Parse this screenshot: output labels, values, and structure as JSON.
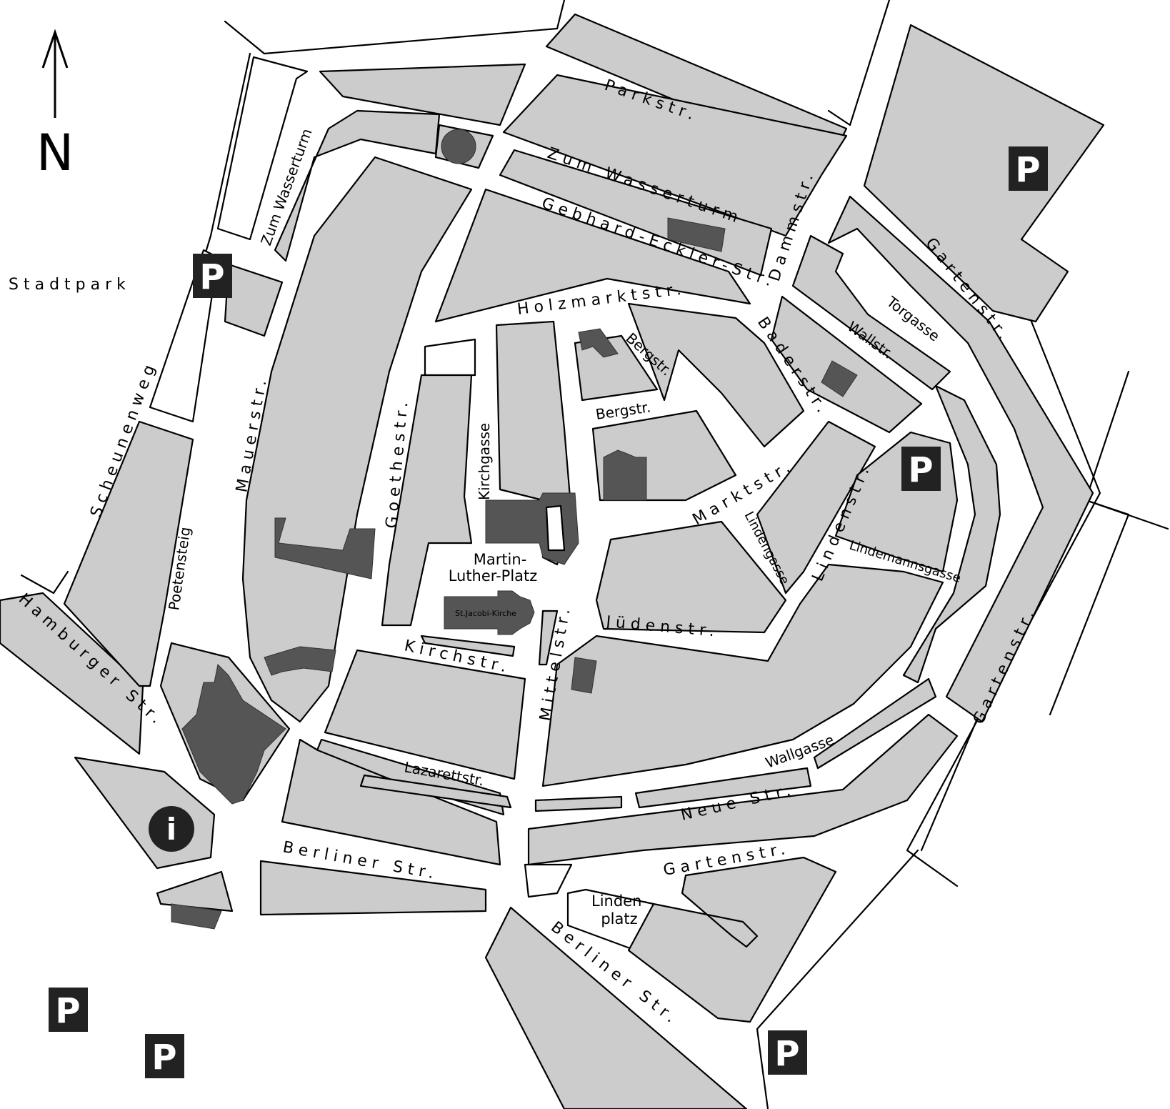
{
  "compass": {
    "label": "N"
  },
  "areas": {
    "stadtpark": "Stadtpark",
    "martin_luther_platz": [
      "Martin-",
      "Luther-Platz"
    ],
    "lindenplatz": [
      "Linden-",
      "platz"
    ]
  },
  "landmarks": {
    "church": "St.Jacobi-Kirche",
    "info": "i"
  },
  "parking_label": "P",
  "streets": {
    "parkstr": "Parkstr.",
    "zum_wasserturm_top": "Zum Wasserturm",
    "zum_wasserturm_left": "Zum Wasserturm",
    "gebhard_eckler": "Gebhard-Eckler-Str.",
    "dammstr": "Dammstr.",
    "gartenstr_ne": "Gartenstr.",
    "gartenstr_e": "Gartenstr.",
    "gartenstr_s": "Gartenstr.",
    "holzmarktstr": "Holzmarktstr.",
    "bergstr_1": "Bergstr.",
    "bergstr_2": "Bergstr.",
    "baderstr": "Baderstr.",
    "wallstr": "Wallstr.",
    "torgasse": "Torgasse",
    "marktstr": "Marktstr.",
    "lindenstr": "Lindenstr.",
    "lindengasse": "Lindengasse",
    "lindemannsgasse": "Lindemannsgasse",
    "juedenstr": "Jüdenstr.",
    "mittelstr": "Mittelstr.",
    "kirchgasse": "Kirchgasse",
    "goethestr": "Goethestr.",
    "mauerstr": "Mauerstr.",
    "poetensteig": "Poetensteig",
    "scheunenweg": "Scheunenweg",
    "hamburger_str": "Hamburger Str.",
    "kirchstr": "Kirchstr.",
    "lazarettstr": "Lazarettstr.",
    "wallgasse": "Wallgasse",
    "neue_str": "Neue Str.",
    "berliner_str_w": "Berliner Str.",
    "berliner_str_s": "Berliner Str."
  },
  "colors": {
    "block": "#cccccc",
    "building": "#555555",
    "parking_sign": "#222222"
  }
}
